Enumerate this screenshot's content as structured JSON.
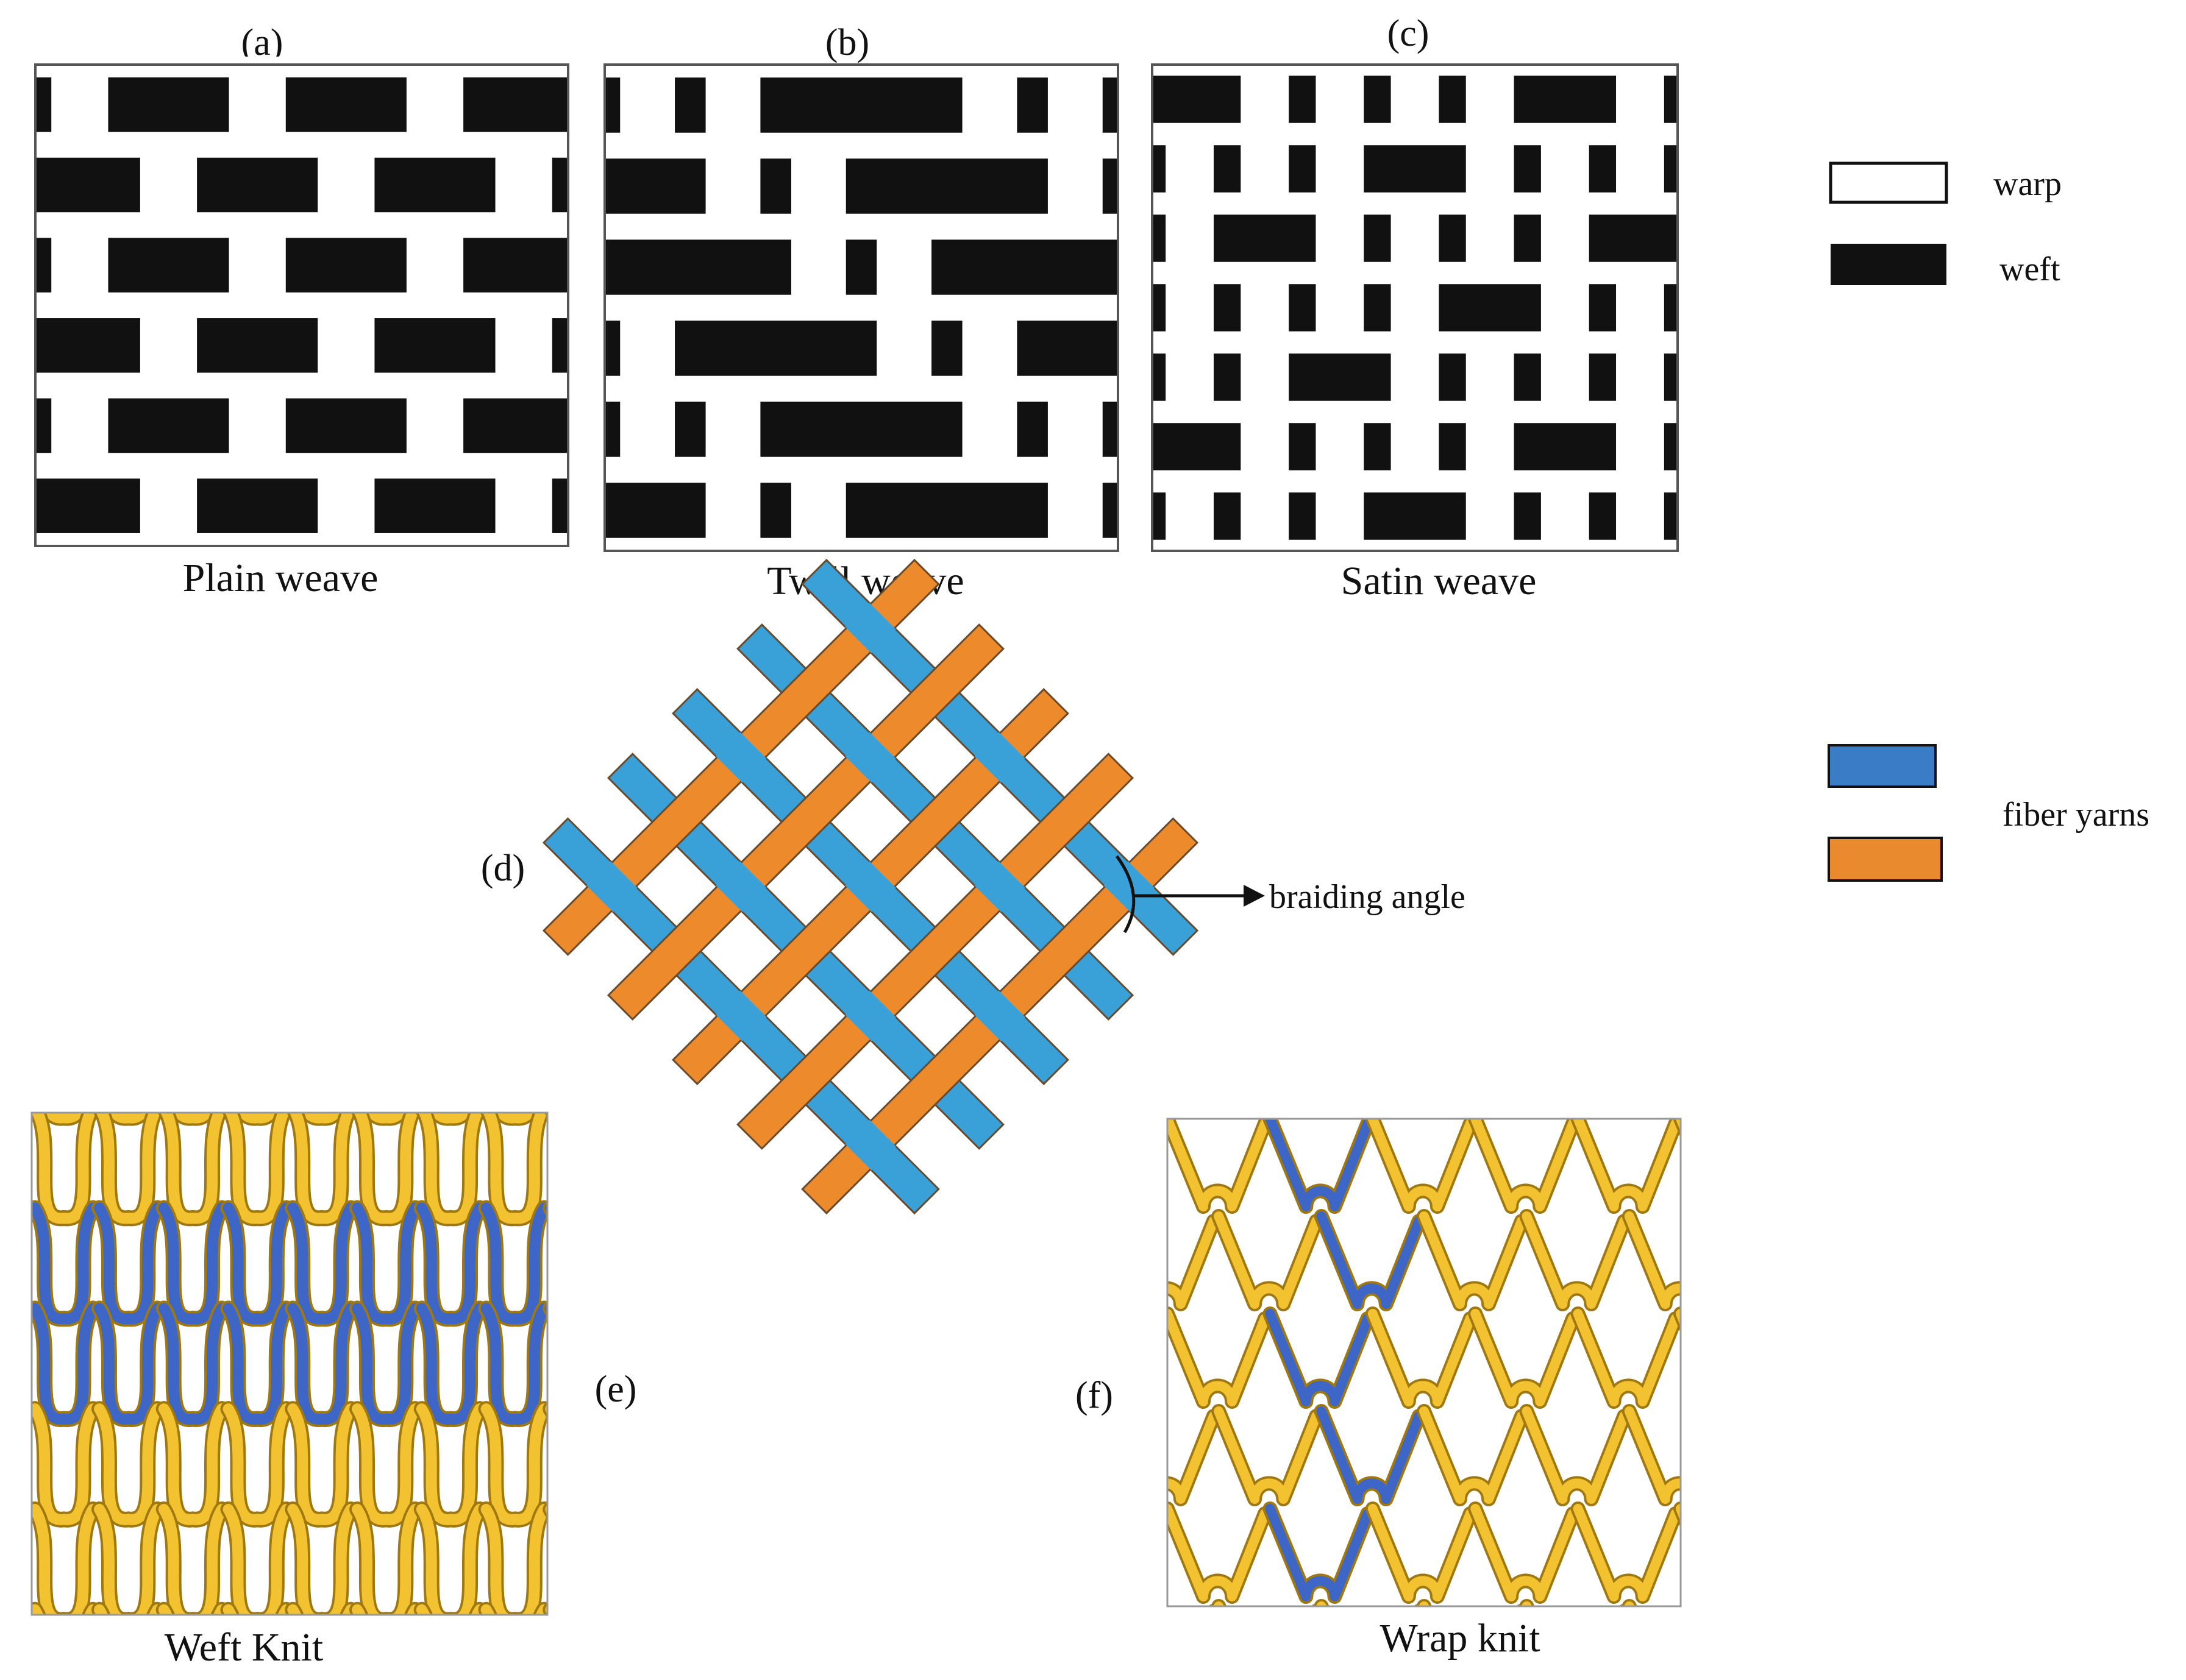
{
  "panels": {
    "a": {
      "letter": "(a)",
      "caption": "Plain weave"
    },
    "b": {
      "letter": "(b)",
      "caption": "Twill weave"
    },
    "c": {
      "letter": "(c)",
      "caption": "Satin weave"
    },
    "d": {
      "letter": "(d)",
      "annotation": "braiding angle"
    },
    "e": {
      "letter": "(e)",
      "caption": "Weft Knit"
    },
    "f": {
      "letter": "(f)",
      "caption": "Wrap knit"
    }
  },
  "legend_weave": {
    "warp": "warp",
    "weft": "weft"
  },
  "legend_braid": {
    "label": "fiber yarns"
  },
  "colors": {
    "warp_fill": "#ffffff",
    "weft_fill": "#111111",
    "yarn_blue": "#3aa0d8",
    "yarn_orange": "#ec8a2c",
    "legend_blue": "#3a7cc6",
    "legend_orange": "#ea8a2e",
    "knit_yellow": "#f2c230",
    "knit_blue": "#3d66c6"
  }
}
